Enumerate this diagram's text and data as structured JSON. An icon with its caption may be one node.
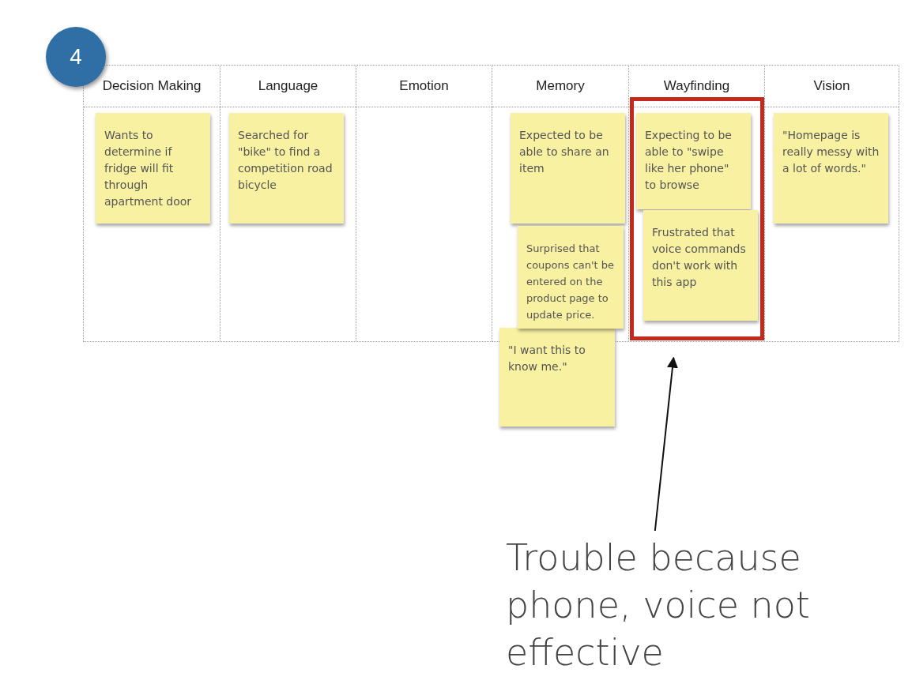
{
  "diagram": {
    "nodes": [
      {
        "text": [
          "4"
        ]
      },
      {
        "text": [
          "Decision Making"
        ]
      },
      {
        "text": [
          "Wants to determine if fridge will fit through apartment door"
        ],
        "in": 1
      },
      {
        "text": [
          "Language"
        ]
      },
      {
        "text": [
          "Searched for \"bike\" to find a competition road bicycle"
        ],
        "in": 3
      },
      {
        "text": [
          "Emotion"
        ]
      },
      {
        "text": [
          "Memory"
        ]
      },
      {
        "text": [
          "Expected to be able to share an item"
        ],
        "in": 6
      },
      {
        "text": [
          "Surprised that coupons can't be entered on the product page to update price."
        ],
        "in": 6
      },
      {
        "text": [
          "\"I want this to know me.\""
        ]
      },
      {
        "text": [
          "Wayfinding"
        ]
      },
      {
        "text": [],
        "shape": "box",
        "in": 10
      },
      {
        "text": [
          "Expecting to be able to \"swipe like her phone\" to browse"
        ],
        "in": 11
      },
      {
        "text": [
          "Frustrated that voice commands don't work with this app"
        ],
        "in": 11
      },
      {
        "text": [
          "Vision"
        ]
      },
      {
        "text": [
          "\"Homepage is really messy with a lot of words.\""
        ],
        "in": 14
      },
      {
        "text": [
          "Trouble because phone, voice not effective"
        ]
      }
    ],
    "edges": [
      {
        "from": 16,
        "to": 11,
        "arrow": "to"
      }
    ]
  }
}
